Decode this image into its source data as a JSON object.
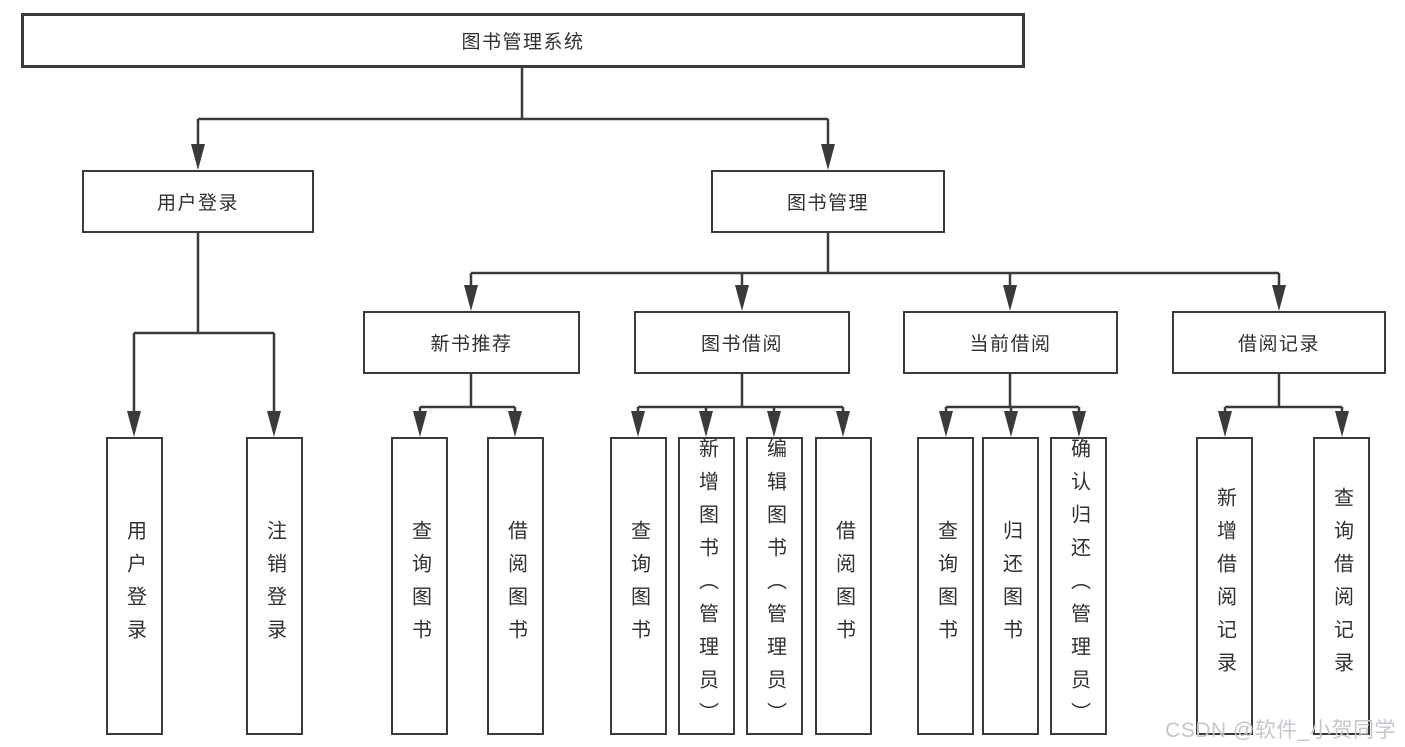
{
  "diagram": {
    "title": "图书管理系统",
    "root": {
      "label": "图书管理系统"
    },
    "branches": [
      {
        "label": "用户登录",
        "leaves": [
          "用户登录",
          "注销登录"
        ]
      },
      {
        "label": "图书管理",
        "groups": [
          {
            "label": "新书推荐",
            "leaves": [
              "查询图书",
              "借阅图书"
            ]
          },
          {
            "label": "图书借阅",
            "leaves": [
              "查询图书",
              "新增图书（管理员）",
              "编辑图书（管理员）",
              "借阅图书"
            ]
          },
          {
            "label": "当前借阅",
            "leaves": [
              "查询图书",
              "归还图书",
              "确认归还（管理员）"
            ]
          },
          {
            "label": "借阅记录",
            "leaves": [
              "新增借阅记录",
              "查询借阅记录"
            ]
          }
        ]
      }
    ]
  },
  "watermark": {
    "text": "CSDN @软件_小贺同学",
    "color": "#c3c6cb"
  },
  "colors": {
    "line": "#3a3a3a",
    "box_border": "#3a3a3a",
    "text": "#303030",
    "background": "#ffffff"
  }
}
